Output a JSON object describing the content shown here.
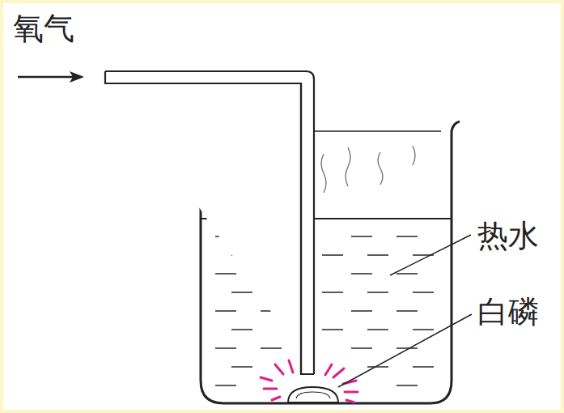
{
  "diagram": {
    "labels": [
      "氧气",
      "热水",
      "白磷"
    ]
  }
}
